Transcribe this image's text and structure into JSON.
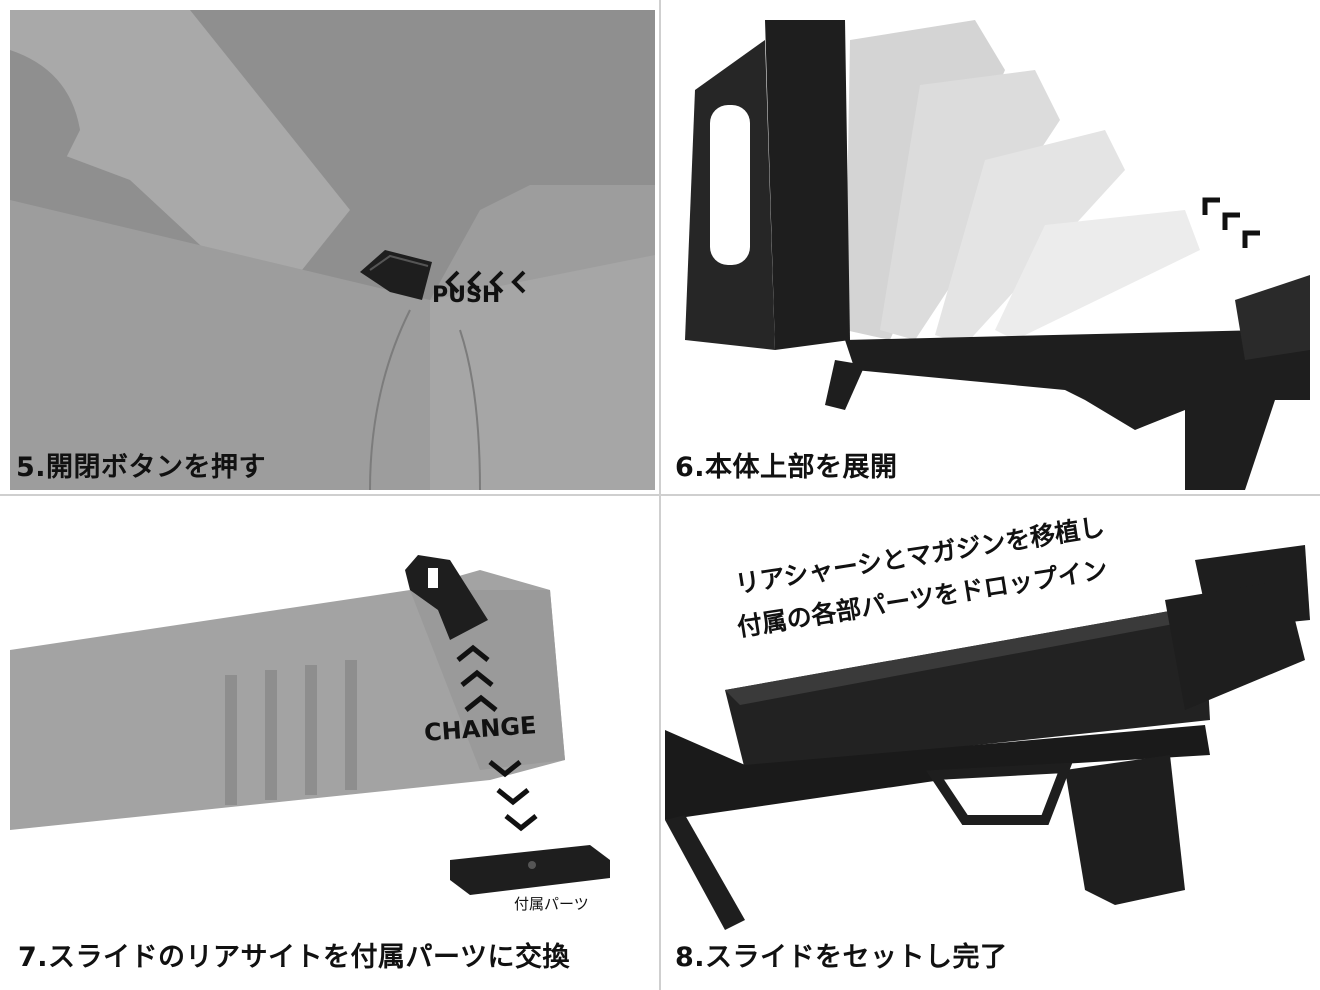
{
  "panels": {
    "p1": {
      "caption": "5.開閉ボタンを押す",
      "label": "PUSH"
    },
    "p2": {
      "caption": "6.本体上部を展開"
    },
    "p3": {
      "caption": "7.スライドのリアサイトを付属パーツに交換",
      "label": "CHANGE",
      "part_label": "付属パーツ"
    },
    "p4": {
      "caption": "8.スライドをセットし完了",
      "line1": "リアシャーシとマガジンを移植し",
      "line2": "付属の各部パーツをドロップイン"
    }
  },
  "colors": {
    "gray_body": "#9a9a9a",
    "black_part": "#1e1e1e",
    "divider": "#cfcfcf"
  },
  "icons": [
    "chevron-left-icon",
    "chevron-up-icon",
    "chevron-down-icon",
    "corner-arrow-icon"
  ]
}
